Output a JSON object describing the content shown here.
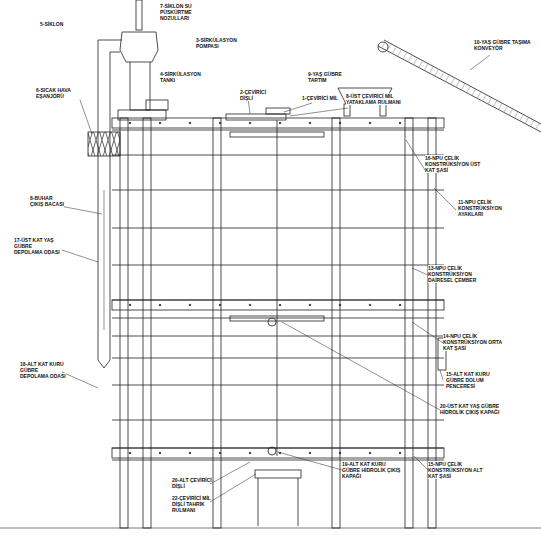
{
  "diagram": {
    "labels": [
      "5-SİKLON",
      "7-SİKLON SU PÜSKÜRTME NOZULLARI",
      "3-SİRKÜLASYON POMPASI",
      "4-SİRKÜLASYON TANKI",
      "6-SICAK HAVA EŞANJÖRÜ",
      "2-ÇEVİRİCİ DİŞLİ",
      "1-ÇEVİRİCİ MİL",
      "9-YAŞ GÜBRE TARTIM",
      "8-ÜST ÇEVİRİCİ MİL YATAKLAMA RULMANI",
      "10-YAŞ GÜBRE TAŞIMA KONVEYÖR",
      "16-NPU ÇELİK KONSTRÜKSİYON ÜST KAT ŞASİ",
      "8-BUHAR ÇIKIŞ BACASI",
      "11-NPU ÇELİK KONSTRÜKSİYON AYAKLARI",
      "17-ÜST KAT YAŞ GÜBRE DEPOLAMA ODASI",
      "13-NPU ÇELİK KONSTRÜKSİYON DAİRESEL ÇEMBER",
      "14-NPU ÇELİK KONSTRÜKSİYON ORTA KAT ŞASİ",
      "18-ALT KAT KURU GÜBRE DEPOLAMA ODASI",
      "15-ALT KAT KURU GÜBRE DOLUM PENCERESİ",
      "20-ÜST KAT YAŞ GÜBRE HİDROLİK ÇIKIŞ KAPAĞI",
      "19-ALT KAT KURU GÜBRE HİDROLİK ÇIKIŞ KAPAĞI",
      "15-NPU ÇELİK KONSTRÜKSİYON ALT KAT ŞASİ",
      "20-ALT ÇEVİRİCİ DİŞLİ",
      "22-ÇEVİRİCİ MİL DİŞLİ TAHRİK RULMANI"
    ]
  }
}
